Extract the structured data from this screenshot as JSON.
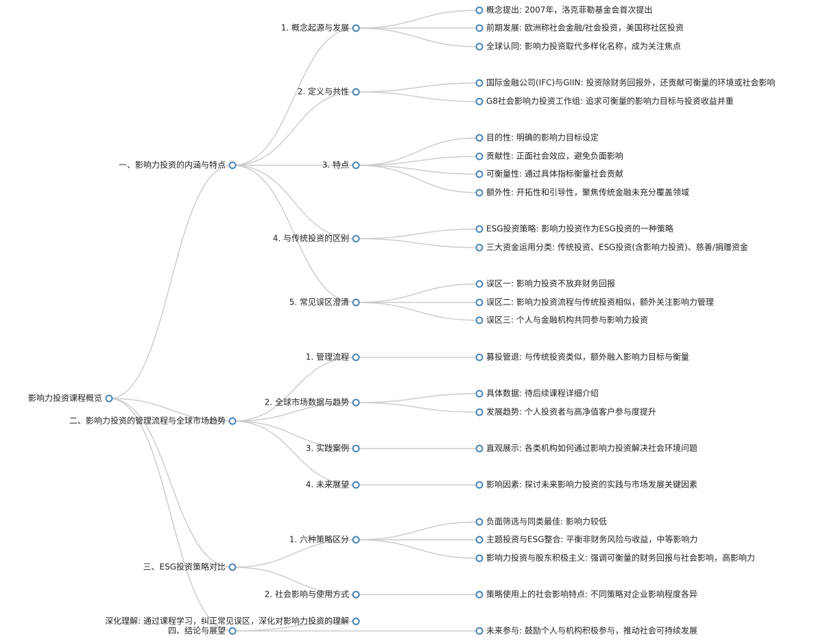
{
  "root": {
    "label": "影响力投资课程概览",
    "children": [
      {
        "label": "一、影响力投资的内涵与特点",
        "children": [
          {
            "label": "1. 概念起源与发展",
            "children": [
              {
                "label": "概念提出: 2007年，洛克菲勒基金会首次提出"
              },
              {
                "label": "前期发展: 欧洲称社会金融/社会投资，美国称社区投资"
              },
              {
                "label": "全球认同: 影响力投资取代多样化名称，成为关注焦点"
              }
            ]
          },
          {
            "label": "2. 定义与共性",
            "children": [
              {
                "label": "国际金融公司(IFC)与GIIN: 投资除财务回报外，还贡献可衡量的环境或社会影响"
              },
              {
                "label": "G8社会影响力投资工作组: 追求可衡量的影响力目标与投资收益并重"
              }
            ]
          },
          {
            "label": "3. 特点",
            "children": [
              {
                "label": "目的性: 明确的影响力目标设定"
              },
              {
                "label": "贡献性: 正面社会效应，避免负面影响"
              },
              {
                "label": "可衡量性: 通过具体指标衡量社会贡献"
              },
              {
                "label": "额外性: 开拓性和引导性，聚焦传统金融未充分覆盖领域"
              }
            ]
          },
          {
            "label": "4. 与传统投资的区别",
            "children": [
              {
                "label": "ESG投资策略: 影响力投资作为ESG投资的一种策略"
              },
              {
                "label": "三大资金运用分类: 传统投资、ESG投资(含影响力投资)、慈善/捐赠资金"
              }
            ]
          },
          {
            "label": "5. 常见误区澄清",
            "children": [
              {
                "label": "误区一: 影响力投资不放弃财务回报"
              },
              {
                "label": "误区二: 影响力投资流程与传统投资相似，额外关注影响力管理"
              },
              {
                "label": "误区三: 个人与金融机构共同参与影响力投资"
              }
            ]
          }
        ]
      },
      {
        "label": "二、影响力投资的管理流程与全球市场趋势",
        "children": [
          {
            "label": "1. 管理流程",
            "children": [
              {
                "label": "募投管退: 与传统投资类似，额外融入影响力目标与衡量"
              }
            ]
          },
          {
            "label": "2. 全球市场数据与趋势",
            "children": [
              {
                "label": "具体数据: 待后续课程详细介绍"
              },
              {
                "label": "发展趋势: 个人投资者与高净值客户参与度提升"
              }
            ]
          },
          {
            "label": "3. 实践案例",
            "children": [
              {
                "label": "直观展示: 各类机构如何通过影响力投资解决社会环境问题"
              }
            ]
          },
          {
            "label": "4. 未来展望",
            "children": [
              {
                "label": "影响因素: 探讨未来影响力投资的实践与市场发展关键因素"
              }
            ]
          }
        ]
      },
      {
        "label": "三、ESG投资策略对比",
        "children": [
          {
            "label": "1. 六种策略区分",
            "children": [
              {
                "label": "负面筛选与同类最佳: 影响力较低"
              },
              {
                "label": "主题投资与ESG整合: 平衡非财务风险与收益，中等影响力"
              },
              {
                "label": "影响力投资与股东积极主义: 强调可衡量的财务回报与社会影响，高影响力"
              }
            ]
          },
          {
            "label": "2. 社会影响与使用方式",
            "children": [
              {
                "label": "策略使用上的社会影响特点: 不同策略对企业影响程度各异"
              }
            ]
          }
        ]
      },
      {
        "label": "四、结论与展望",
        "children": [
          {
            "label": "深化理解: 通过课程学习，纠正常见误区，深化对影响力投资的理解"
          },
          {
            "label": "未来参与: 鼓励个人与机构积极参与，推动社会可持续发展"
          }
        ]
      }
    ]
  }
}
